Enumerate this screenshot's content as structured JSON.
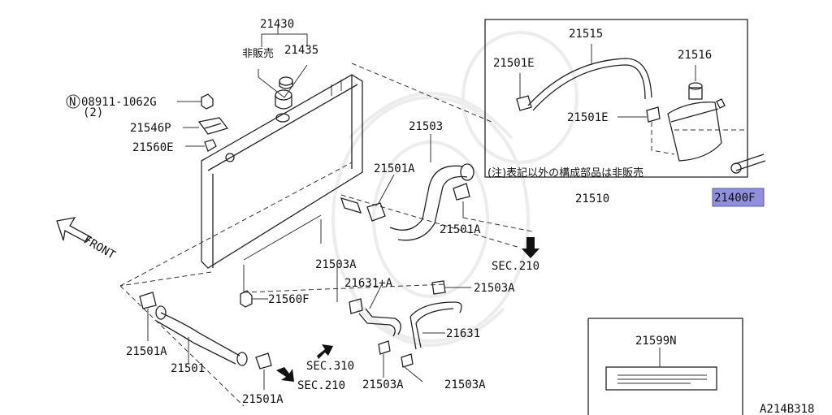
{
  "labels": {
    "p21430": "21430",
    "p21435": "21435",
    "not_sold_1": "非販売",
    "p08911": "08911-1062G",
    "p08911_qty": "(2)",
    "p08911_prefix": "N",
    "p21546P": "21546P",
    "p21560E": "21560E",
    "p21515": "21515",
    "p21501E_left": "21501E",
    "p21501E_right": "21501E",
    "p21516": "21516",
    "p21503": "21503",
    "p21501A_upper": "21501A",
    "p21501A_right": "21501A",
    "note": "(注)表記以外の構成部品は非販売",
    "p21510": "21510",
    "p21400F": "21400F",
    "front": "FRONT",
    "sec210_right": "SEC.210",
    "p21503A_left": "21503A",
    "p21631A": "21631+A",
    "p21503A_right": "21503A",
    "p21560F": "21560F",
    "p21631": "21631",
    "p21501A_left": "21501A",
    "p21501": "21501",
    "sec310": "SEC.310",
    "sec210_bottom": "SEC.210",
    "p21503A_bottom1": "21503A",
    "p21503A_bottom2": "21503A",
    "p21501A_bottom": "21501A",
    "p21599N": "21599N",
    "diagram_code": "A214B318"
  },
  "highlight_color": "#8f8fdc"
}
